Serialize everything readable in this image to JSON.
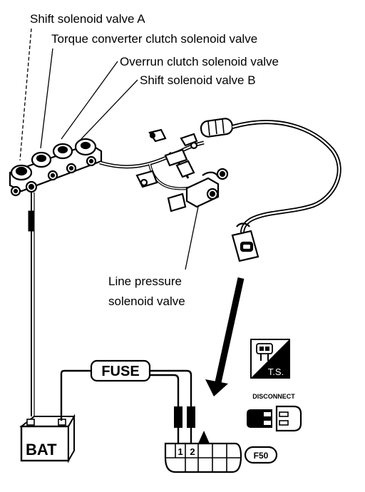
{
  "labels": {
    "shift_a": "Shift solenoid valve A",
    "tcc": "Torque converter clutch solenoid valve",
    "overrun": "Overrun clutch solenoid valve",
    "shift_b": "Shift solenoid valve B",
    "line_pressure_1": "Line pressure",
    "line_pressure_2": "solenoid valve"
  },
  "fuse": "FUSE",
  "battery": "BAT",
  "connector": {
    "pin1": "1",
    "pin2": "2"
  },
  "badges": {
    "ts": "T.S.",
    "disconnect": "DISCONNECT",
    "ref": "F50"
  }
}
